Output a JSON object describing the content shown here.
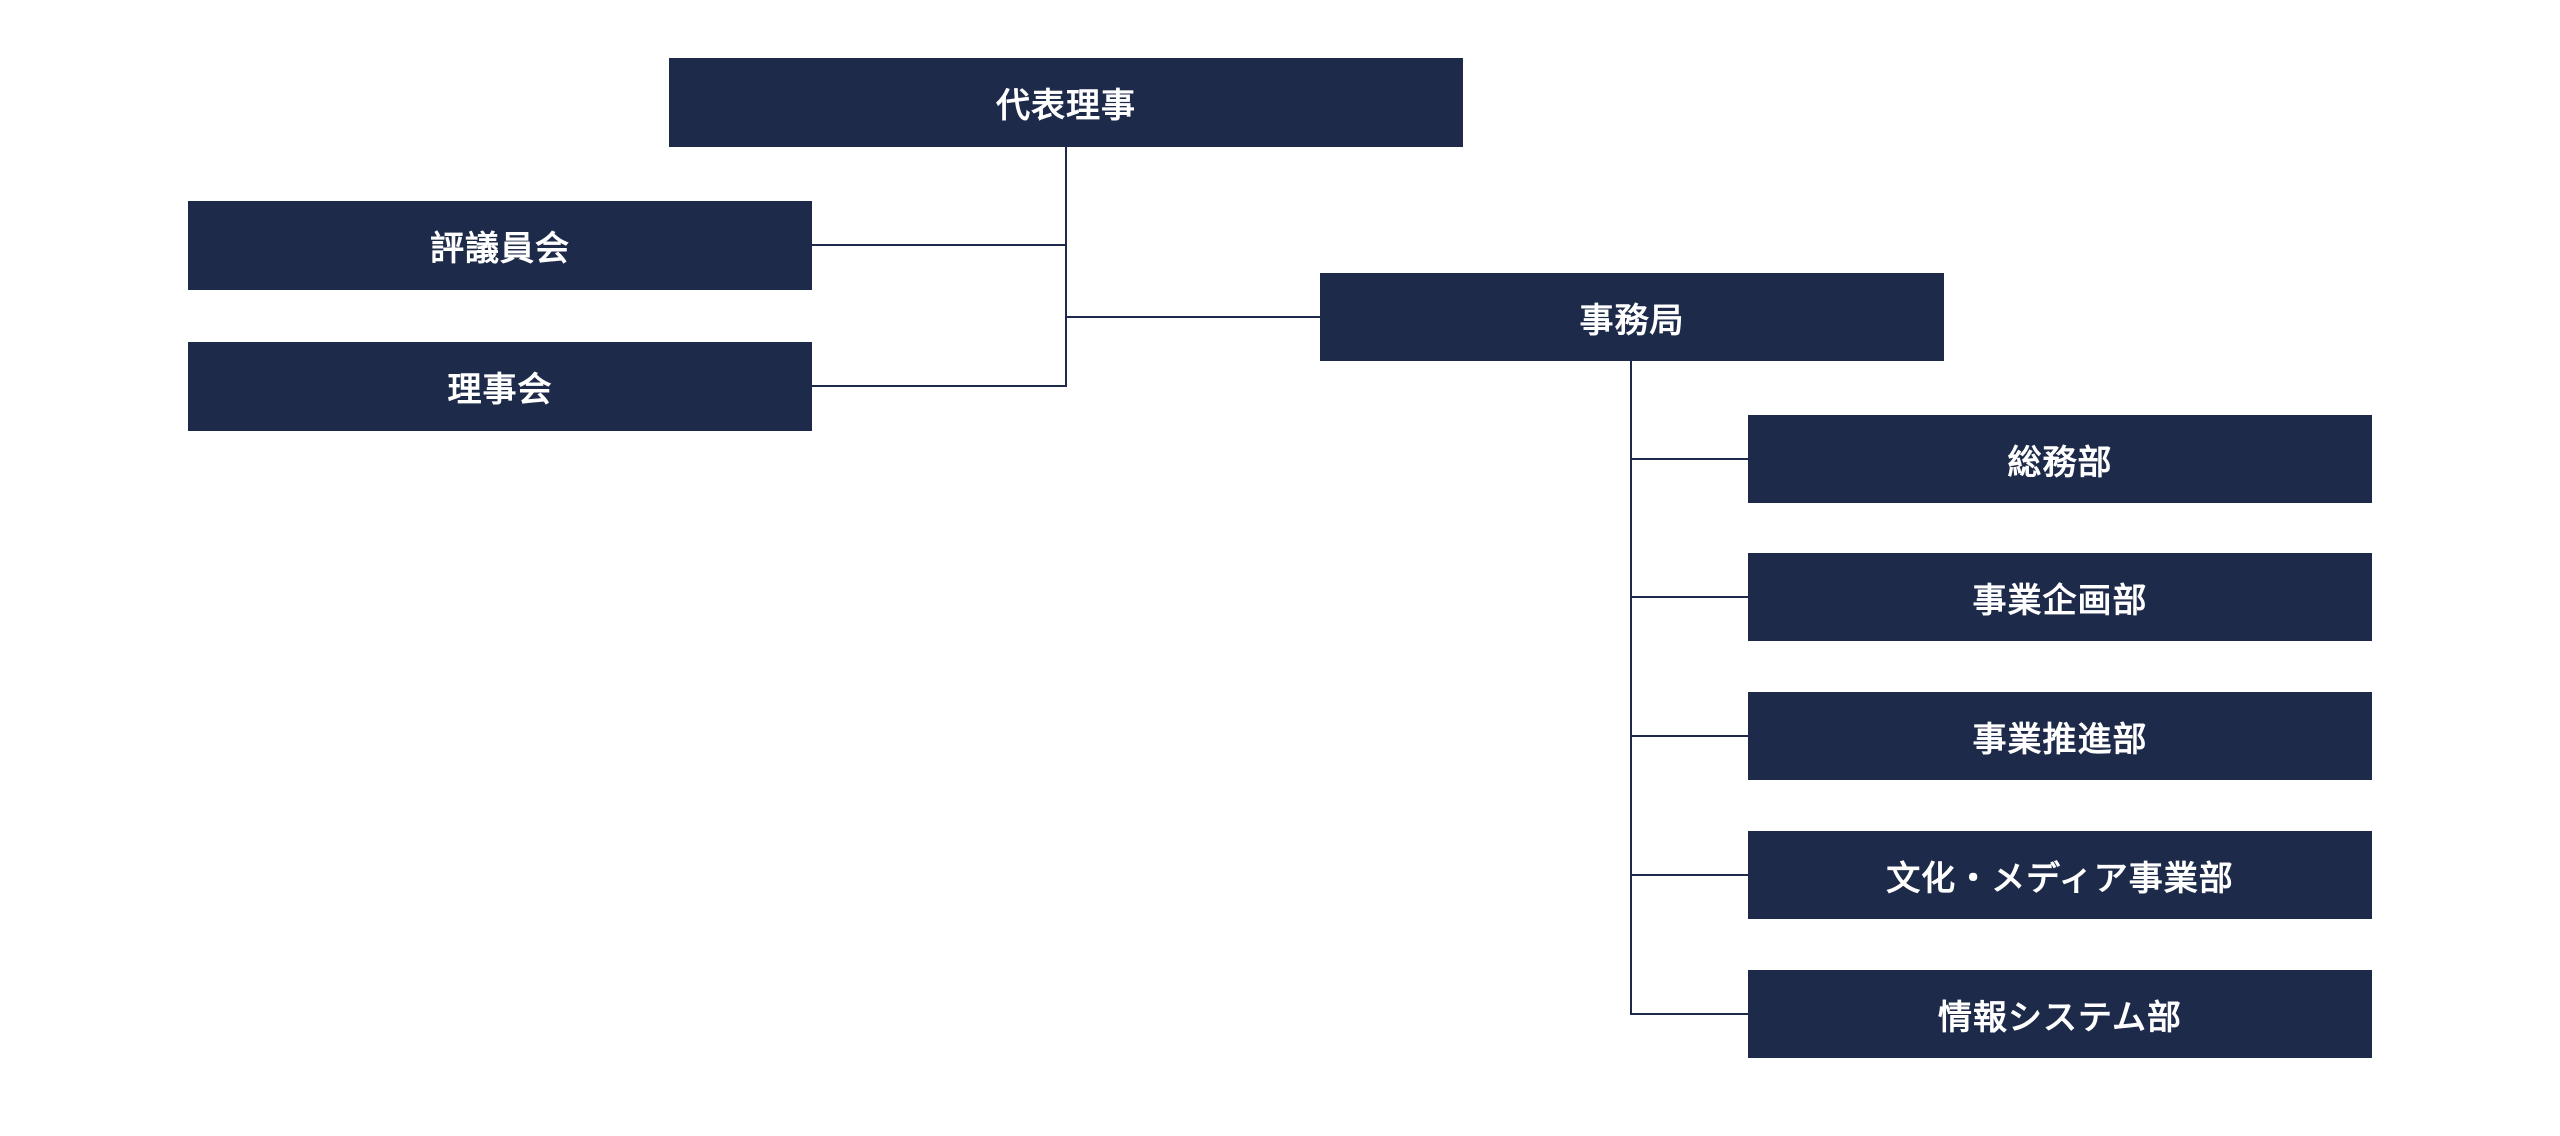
{
  "org_chart": {
    "top": {
      "label": "代表理事"
    },
    "councils": [
      {
        "label": "評議員会"
      },
      {
        "label": "理事会"
      }
    ],
    "secretariat": {
      "label": "事務局"
    },
    "departments": [
      {
        "label": "総務部"
      },
      {
        "label": "事業企画部"
      },
      {
        "label": "事業推進部"
      },
      {
        "label": "文化・メディア事業部"
      },
      {
        "label": "情報システム部"
      }
    ]
  },
  "colors": {
    "box_fill": "#1e2a4a",
    "box_text": "#ffffff",
    "connector": "#1e2a4a",
    "background": "#ffffff"
  }
}
